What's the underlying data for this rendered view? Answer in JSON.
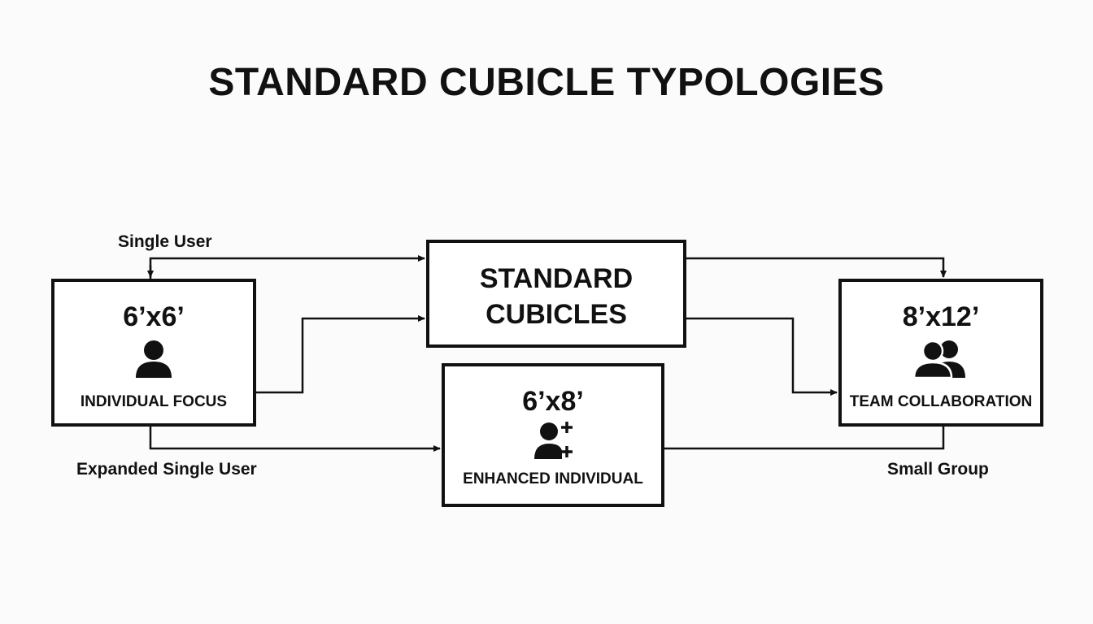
{
  "title": "STANDARD CUBICLE TYPOLOGIES",
  "center": {
    "line1": "STANDARD",
    "line2": "CUBICLES"
  },
  "nodes": {
    "individual": {
      "size": "6’x6’",
      "caption": "INDIVIDUAL FOCUS",
      "icon": "single-person-icon"
    },
    "enhanced": {
      "size": "6’x8’",
      "caption": "ENHANCED INDIVIDUAL",
      "icon": "person-plus-icon"
    },
    "team": {
      "size": "8’x12’",
      "caption": "TEAM COLLABORATION",
      "icon": "two-people-icon"
    }
  },
  "flow_labels": {
    "single_user": "Single User",
    "expanded_single_user": "Expanded Single User",
    "small_group": "Small Group"
  },
  "colors": {
    "stroke": "#111111",
    "background": "#fbfbfb"
  }
}
